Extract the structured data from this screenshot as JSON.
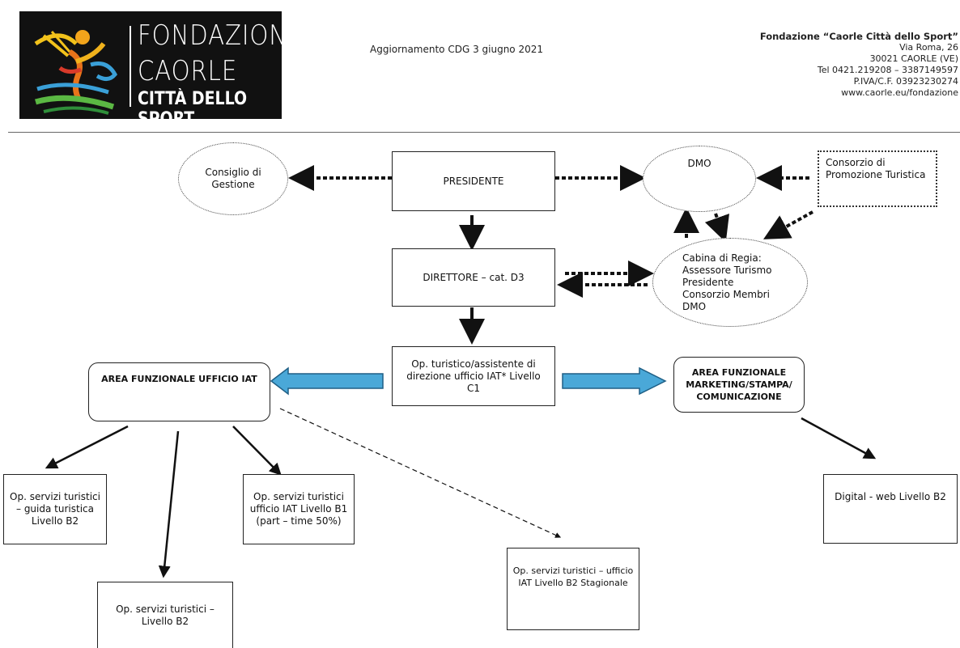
{
  "header": {
    "logo": {
      "line1": "FONDAZIONE",
      "line2": "CAORLE",
      "line3": "CITTÀ DELLO SPORT"
    },
    "update": "Aggiornamento CDG 3 giugno 2021",
    "address": {
      "org": "Fondazione “Caorle Città dello Sport”",
      "street": "Via Roma, 26",
      "city": "30021 CAORLE (VE)",
      "tel": "Tel 0421.219208 – 3387149597",
      "piva": "P.IVA/C.F. 03923230274",
      "web": "www.caorle.eu/fondazione"
    }
  },
  "nodes": {
    "consiglio": "Consiglio di Gestione",
    "presidente": "PRESIDENTE",
    "dmo": "DMO",
    "consorzio": "Consorzio di Promozione Turistica",
    "direttore": "DIRETTORE – cat. D3",
    "cabina": "Cabina di Regia: Assessore Turismo Presidente Consorzio Membri DMO",
    "assistente": "Op. turistico/assistente di direzione ufficio IAT* Livello C1",
    "area_iat": "AREA FUNZIONALE UFFICIO IAT",
    "area_mkt": "AREA FUNZIONALE MARKETING/STAMPA/ COMUNICAZIONE",
    "guida": "Op. servizi turistici – guida turistica Livello B2",
    "op_b2": "Op. servizi turistici – Livello B2",
    "op_b1": "Op. servizi turistici ufficio IAT Livello B1 (part – time 50%)",
    "stagionale": "Op. servizi turistici – ufficio IAT Livello B2 Stagionale",
    "digital": "Digital - web Livello B2"
  },
  "colors": {
    "accent_arrow": "#4aa8d8",
    "accent_arrow_stroke": "#1f5f85"
  }
}
